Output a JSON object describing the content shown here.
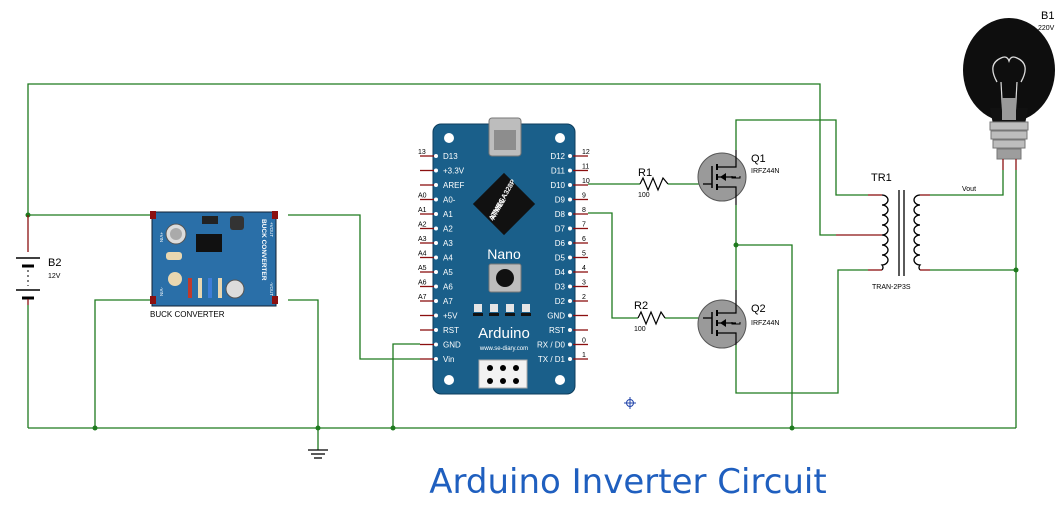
{
  "title": "Arduino Inverter Circuit",
  "battery": {
    "ref": "B2",
    "value": "12V"
  },
  "buck": {
    "label": "BUCK CONVERTER",
    "board_text": "BUCK CONVERTER",
    "vin_plus": "+VIN",
    "vin_minus": "-VIN",
    "vout_plus": "+VOUT",
    "vout_minus": "-VOUT"
  },
  "arduino": {
    "name": "Arduino",
    "model": "Nano",
    "chip": "ATMEGA328P",
    "chip_brand": "ATMEL",
    "url": "www.se-diary.com",
    "left_pins": [
      {
        "label": "D13",
        "num": "13"
      },
      {
        "label": "+3.3V",
        "num": ""
      },
      {
        "label": "AREF",
        "num": ""
      },
      {
        "label": "A0-",
        "num": "A0"
      },
      {
        "label": "A1",
        "num": "A1"
      },
      {
        "label": "A2",
        "num": "A2"
      },
      {
        "label": "A3",
        "num": "A3"
      },
      {
        "label": "A4",
        "num": "A4"
      },
      {
        "label": "A5",
        "num": "A5"
      },
      {
        "label": "A6",
        "num": "A6"
      },
      {
        "label": "A7",
        "num": "A7"
      },
      {
        "label": "+5V",
        "num": ""
      },
      {
        "label": "RST",
        "num": ""
      },
      {
        "label": "GND",
        "num": ""
      },
      {
        "label": "Vin",
        "num": ""
      }
    ],
    "right_pins": [
      {
        "label": "D12",
        "num": "12"
      },
      {
        "label": "D11",
        "num": "11"
      },
      {
        "label": "D10",
        "num": "10"
      },
      {
        "label": "D9",
        "num": "9"
      },
      {
        "label": "D8",
        "num": "8"
      },
      {
        "label": "D7",
        "num": "7"
      },
      {
        "label": "D6",
        "num": "6"
      },
      {
        "label": "D5",
        "num": "5"
      },
      {
        "label": "D4",
        "num": "4"
      },
      {
        "label": "D3",
        "num": "3"
      },
      {
        "label": "D2",
        "num": "2"
      },
      {
        "label": "GND",
        "num": ""
      },
      {
        "label": "RST",
        "num": ""
      },
      {
        "label": "RX / D0",
        "num": "0"
      },
      {
        "label": "TX / D1",
        "num": "1"
      }
    ]
  },
  "r1": {
    "ref": "R1",
    "value": "100"
  },
  "r2": {
    "ref": "R2",
    "value": "100"
  },
  "q1": {
    "ref": "Q1",
    "part": "IRFZ44N"
  },
  "q2": {
    "ref": "Q2",
    "part": "IRFZ44N"
  },
  "transformer": {
    "ref": "TR1",
    "part": "TRAN-2P3S"
  },
  "vout": "Vout",
  "lamp": {
    "ref": "B1",
    "value": "220V"
  },
  "colors": {
    "wire": "#1e7a1e",
    "pin": "#8b1010",
    "board": "#1a5f8a",
    "title": "#1f5fbf"
  }
}
